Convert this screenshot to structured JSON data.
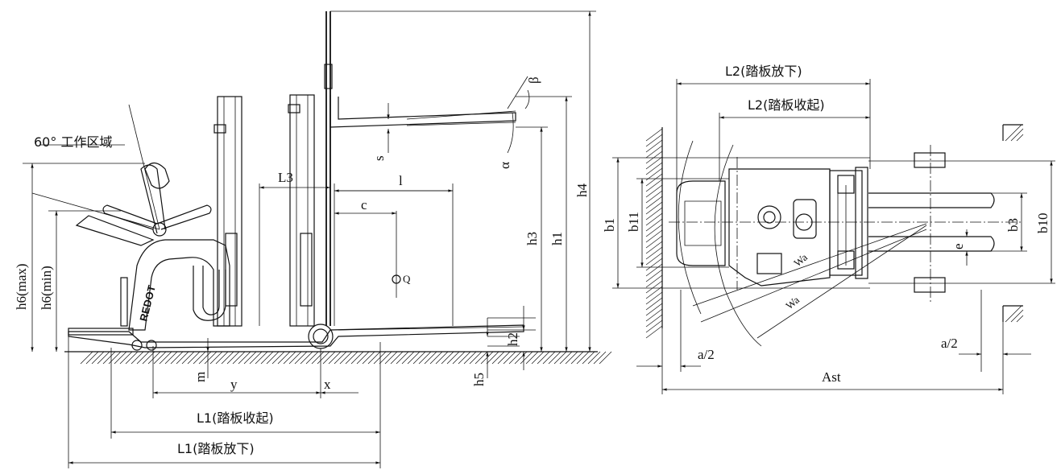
{
  "side_view": {
    "work_zone": "60° 工作区域",
    "brand": "REDOT",
    "labels": {
      "h6_max": "h6(max)",
      "h6_min": "h6(min)",
      "L3": "L3",
      "l": "l",
      "c": "c",
      "Q": "Q",
      "s": "s",
      "alpha": "α",
      "beta": "β",
      "h1": "h1",
      "h2": "h2",
      "h3": "h3",
      "h4": "h4",
      "h5": "h5",
      "m": "m",
      "y": "y",
      "x": "x",
      "L1_up": "L1(踏板收起)",
      "L1_down": "L1(踏板放下)"
    }
  },
  "top_view": {
    "labels": {
      "L2_down": "L2(踏板放下)",
      "L2_up": "L2(踏板收起)",
      "b1": "b1",
      "b11": "b11",
      "b3": "b3",
      "b10": "b10",
      "e": "e",
      "Wa1": "Wa",
      "Wa2": "Wa",
      "a2_left": "a/2",
      "a2_right": "a/2",
      "Ast": "Ast"
    }
  }
}
